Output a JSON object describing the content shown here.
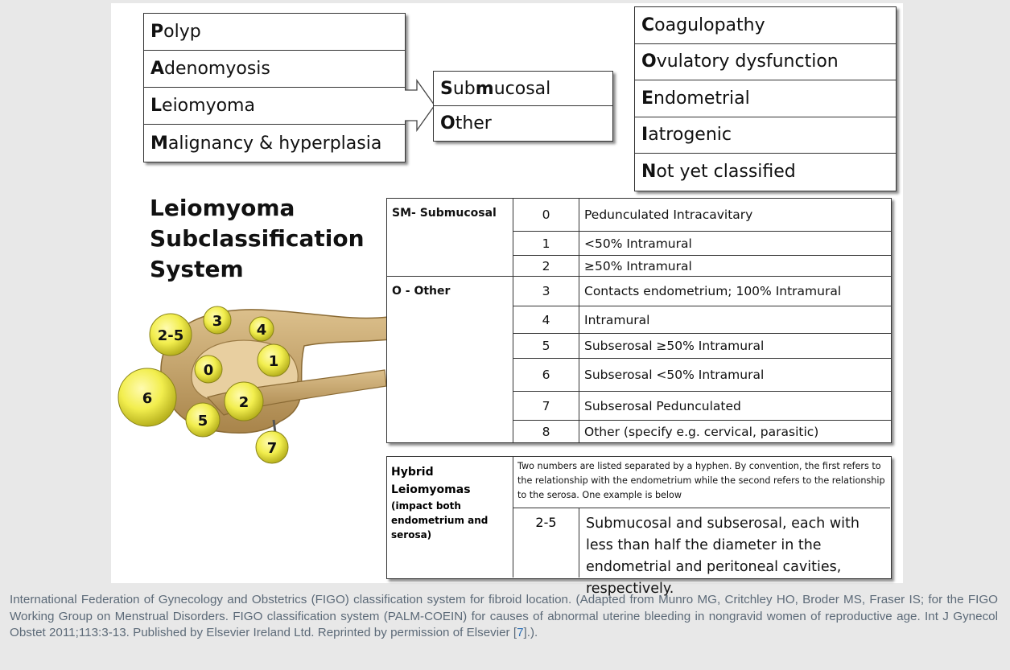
{
  "palm": {
    "items": [
      {
        "letter": "P",
        "rest": "olyp"
      },
      {
        "letter": "A",
        "rest": "denomyosis"
      },
      {
        "letter": "L",
        "rest": "eiomyoma"
      },
      {
        "letter": "M",
        "rest": "alignancy & hyperplasia"
      }
    ]
  },
  "leiomyoma_sub": {
    "submucosal": {
      "pre": "S",
      "mid": "ub",
      "bold": "m",
      "rest": "ucosal"
    },
    "other": {
      "letter": "O",
      "rest": "ther"
    }
  },
  "coein": {
    "items": [
      {
        "letter": "C",
        "rest": "oagulopathy"
      },
      {
        "letter": "O",
        "rest": "vulatory dysfunction"
      },
      {
        "letter": "E",
        "rest": "ndometrial"
      },
      {
        "letter": "I",
        "rest": "atrogenic"
      },
      {
        "letter": "N",
        "rest": "ot yet classified"
      }
    ]
  },
  "title": {
    "line1": "Leiomyoma",
    "line2": "Subclassification",
    "line3": "System"
  },
  "illustration": {
    "labels": [
      "2-5",
      "3",
      "4",
      "0",
      "1",
      "6",
      "2",
      "5",
      "7"
    ],
    "colors": {
      "fibroid": "#f2ee4e",
      "uterus": "#c8a46a",
      "cavity": "#e8c99a"
    }
  },
  "table": {
    "categories": {
      "sm": "SM- Submucosal",
      "o": "O - Other"
    },
    "rows": [
      {
        "num": "0",
        "desc": "Pedunculated Intracavitary"
      },
      {
        "num": "1",
        "desc": "<50% Intramural"
      },
      {
        "num": "2",
        "desc": "≥50% Intramural"
      },
      {
        "num": "3",
        "desc": "Contacts endometrium; 100% Intramural"
      },
      {
        "num": "4",
        "desc": "Intramural"
      },
      {
        "num": "5",
        "desc": "Subserosal ≥50% Intramural"
      },
      {
        "num": "6",
        "desc": "Subserosal <50% Intramural"
      },
      {
        "num": "7",
        "desc": "Subserosal Pedunculated"
      },
      {
        "num": "8",
        "desc": "Other (specify e.g. cervical, parasitic)"
      }
    ]
  },
  "hybrid": {
    "label1": "Hybrid",
    "label2": "Leiomyomas",
    "label3": "(impact both endometrium and serosa)",
    "note": "Two numbers are listed separated by a hyphen. By convention, the first refers to the relationship with the endometrium while the second refers to the relationship to the serosa. One example is below",
    "code": "2-5",
    "desc": "Submucosal and subserosal, each with less than half the diameter in the endometrial and peritoneal cavities, respectively."
  },
  "caption": {
    "text": "International Federation of Gynecology and Obstetrics (FIGO) classification system for fibroid location. (Adapted from Munro MG, Critchley HO, Broder MS, Fraser IS; for the FIGO Working Group on Menstrual Disorders. FIGO classification system (PALM-COEIN) for causes of abnormal uterine bleeding in nongravid women of reproductive age. Int J Gynecol Obstet 2011;113:3-13. Published by Elsevier Ireland Ltd. Reprinted by permission of Elsevier [",
    "ref": "7",
    "tail": "].)."
  }
}
